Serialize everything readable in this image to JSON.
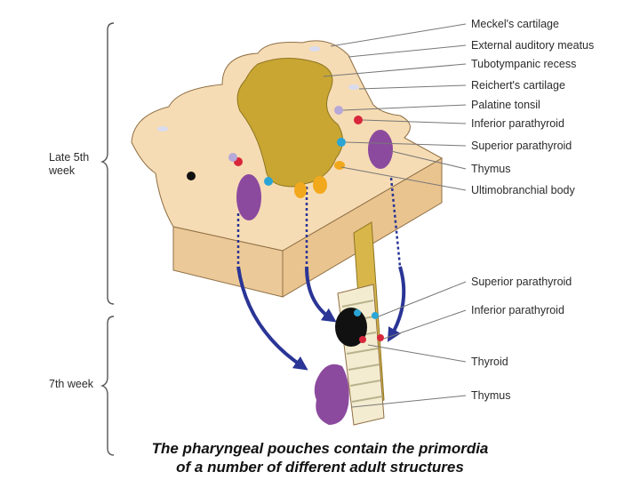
{
  "labels": {
    "meckels_cartilage": "Meckel's cartilage",
    "external_auditory_meatus": "External auditory meatus",
    "tubotympanic_recess": "Tubotympanic recess",
    "reicherts_cartilage": "Reichert's cartilage",
    "palatine_tonsil": "Palatine tonsil",
    "inferior_parathyroid_1": "Inferior parathyroid",
    "superior_parathyroid_1": "Superior parathyroid",
    "thymus_1": "Thymus",
    "ultimobranchial_body": "Ultimobranchial body",
    "superior_parathyroid_2": "Superior parathyroid",
    "inferior_parathyroid_2": "Inferior parathyroid",
    "thyroid": "Thyroid",
    "thymus_2": "Thymus"
  },
  "stages": {
    "late_5th_line1": "Late 5th",
    "late_5th_line2": "week",
    "seventh_week": "7th week"
  },
  "caption": {
    "line1": "The pharyngeal pouches contain the primordia",
    "line2": "of a number of different adult structures"
  },
  "colors": {
    "tissue": "#f6dcb4",
    "tissue_side": "#e9c48f",
    "endoderm": "#c9a632",
    "thymus": "#8c4a9e",
    "parathyroid_superior": "#2aa6d6",
    "parathyroid_inferior": "#d8273a",
    "ultimobranchial": "#f2a81c",
    "arrow": "#2a3596"
  }
}
